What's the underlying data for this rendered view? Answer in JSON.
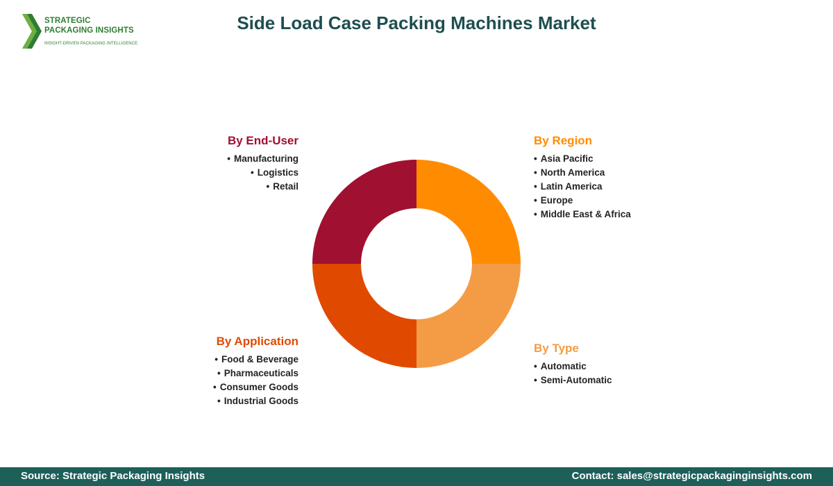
{
  "header": {
    "title": "Side Load Case Packing Machines Market",
    "logo": {
      "line1": "STRATEGIC",
      "line2": "PACKAGING INSIGHTS",
      "tagline": "INSIGHT-DRIVEN PACKAGING INTELLIGENCE"
    }
  },
  "chart_data": {
    "type": "pie",
    "variant": "donut",
    "categories": [
      "By Region",
      "By Type",
      "By Application",
      "By End-User"
    ],
    "values": [
      25,
      25,
      25,
      25
    ],
    "colors": [
      "#ff8c00",
      "#f39c45",
      "#e04a00",
      "#a01030"
    ],
    "segments": [
      {
        "title": "By Region",
        "color": "#ff8c00",
        "items": [
          "Asia Pacific",
          "North America",
          "Latin America",
          "Europe",
          "Middle East & Africa"
        ]
      },
      {
        "title": "By Type",
        "color": "#f39c45",
        "items": [
          "Automatic",
          "Semi-Automatic"
        ]
      },
      {
        "title": "By Application",
        "color": "#e04a00",
        "items": [
          "Food & Beverage",
          "Pharmaceuticals",
          "Consumer Goods",
          "Industrial Goods"
        ]
      },
      {
        "title": "By End-User",
        "color": "#a01030",
        "items": [
          "Manufacturing",
          "Logistics",
          "Retail"
        ]
      }
    ]
  },
  "footer": {
    "source": "Source: Strategic Packaging Insights",
    "contact": "Contact: sales@strategicpackaginginsights.com"
  }
}
